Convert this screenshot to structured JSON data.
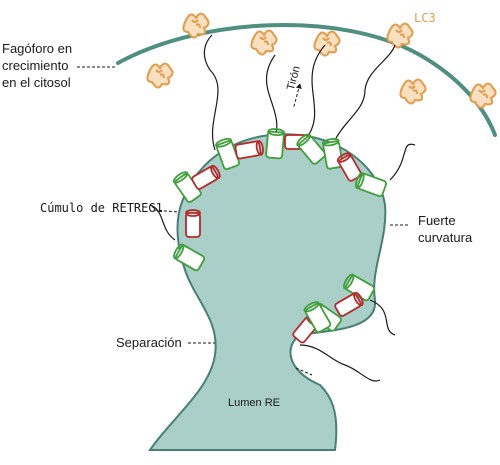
{
  "labels": {
    "phagophore": "Fagóforo en\ncrecimiento\nen el citosol",
    "lc3": "LC3",
    "pull": "Tirón",
    "cluster": "Cúmulo de RETREG1",
    "curvature": "Fuerte\ncurvatura",
    "scission": "Separación",
    "lumen": "Lumen RE"
  },
  "colors": {
    "membrane": "#4f8f7f",
    "er_fill": "#a9cfc8",
    "er_stroke": "#4a7f74",
    "protein_green": "#3f9f3a",
    "protein_red": "#b52a2a",
    "lc3": "#e39b4c",
    "text": "#1a1a1a"
  }
}
